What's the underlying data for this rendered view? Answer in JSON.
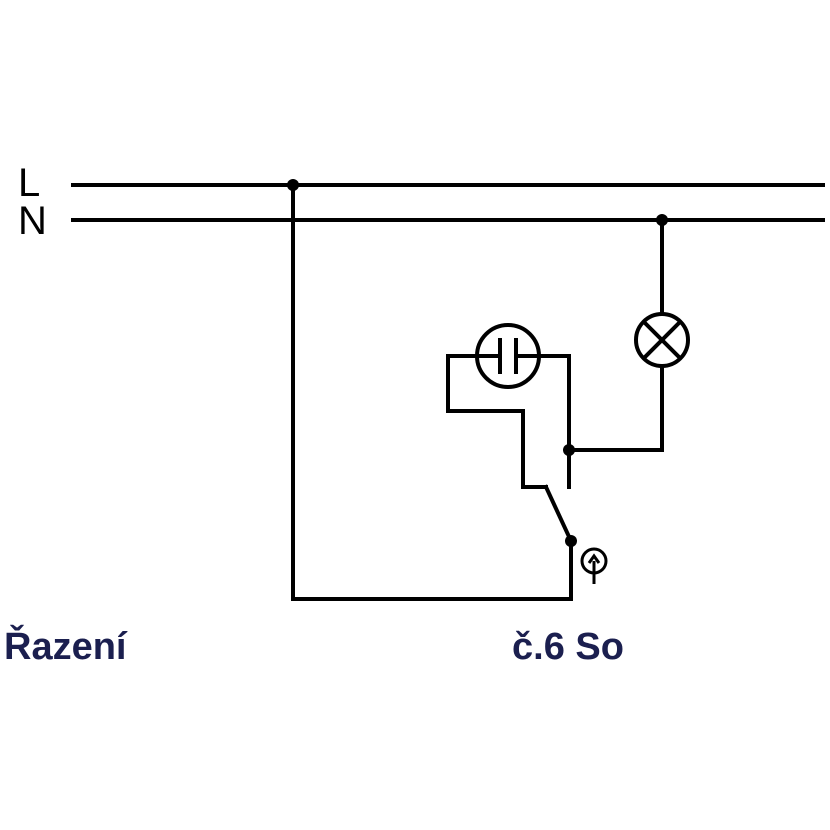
{
  "lines": {
    "L": "L",
    "N": "N"
  },
  "footer": {
    "left_label": "Řazení",
    "right_label": "č.6 So"
  },
  "colors": {
    "wire": "#000000",
    "label_text": "#1b1f4f",
    "background": "#ffffff"
  },
  "symbols": [
    "lamp-icon",
    "glow-indicator-icon",
    "switch-contact-icon",
    "pushbutton-icon"
  ]
}
